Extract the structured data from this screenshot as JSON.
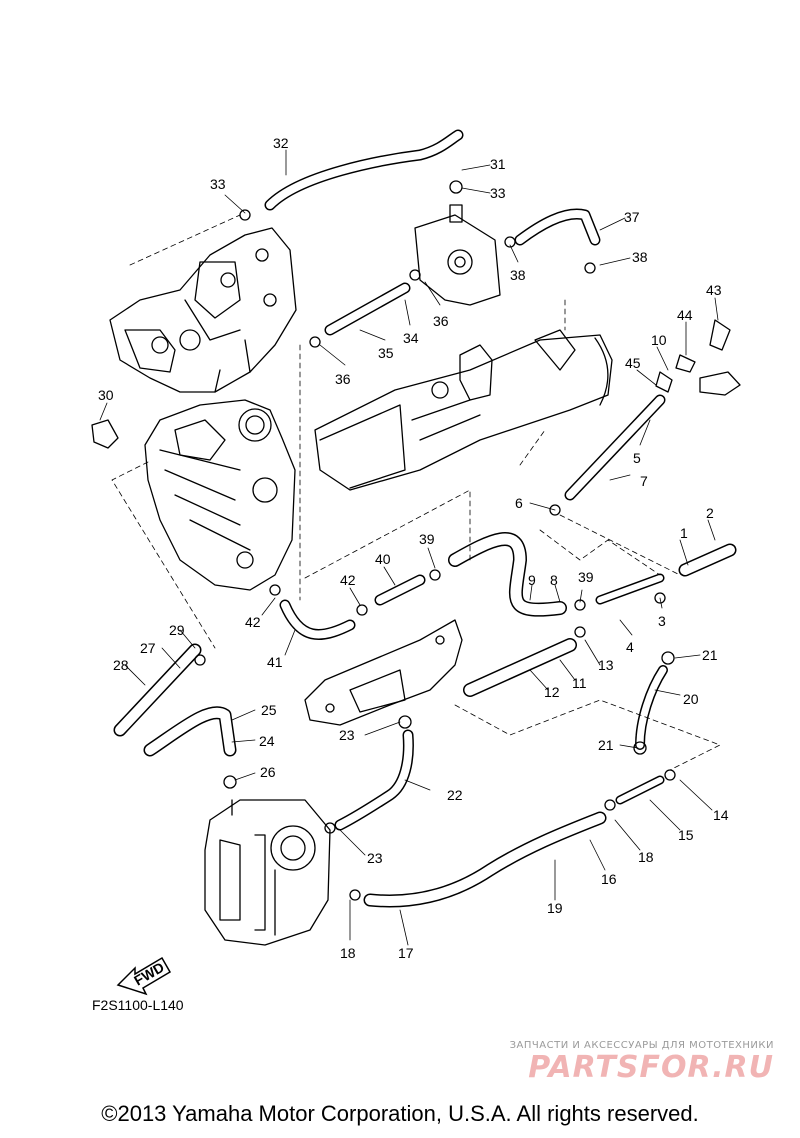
{
  "figure_code": "F2S1100-L140",
  "fwd_label": "FWD",
  "watermark": {
    "tagline": "ЗАПЧАСТИ И АКСЕССУАРЫ ДЛЯ МОТОТЕХНИКИ",
    "logo": "PARTSFOR.RU",
    "color": "#f1b4b4"
  },
  "copyright": "©2013 Yamaha Motor Corporation, U.S.A. All rights reserved.",
  "part_labels": [
    "1",
    "2",
    "3",
    "4",
    "5",
    "6",
    "7",
    "8",
    "9",
    "10",
    "11",
    "12",
    "13",
    "14",
    "15",
    "16",
    "17",
    "18",
    "19",
    "20",
    "21",
    "22",
    "23",
    "24",
    "25",
    "26",
    "27",
    "28",
    "29",
    "30",
    "31",
    "32",
    "33",
    "34",
    "35",
    "36",
    "37",
    "38",
    "39",
    "40",
    "41",
    "42",
    "43",
    "44",
    "45"
  ]
}
